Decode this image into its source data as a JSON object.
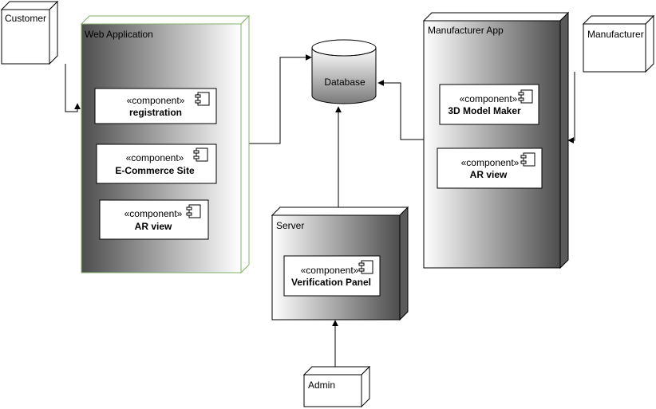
{
  "diagram": {
    "nodes": {
      "customer": {
        "label": "Customer"
      },
      "web_app": {
        "label": "Web Application",
        "components": [
          {
            "stereotype": "«component»",
            "name": "registration"
          },
          {
            "stereotype": "«component»",
            "name": "E-Commerce Site"
          },
          {
            "stereotype": "«component»",
            "name": "AR view"
          }
        ]
      },
      "database": {
        "label": "Database"
      },
      "manufacturer_app": {
        "label": "Manufacturer App",
        "components": [
          {
            "stereotype": "«component»",
            "name": "3D Model Maker"
          },
          {
            "stereotype": "«component»",
            "name": "AR view"
          }
        ]
      },
      "manufacturer": {
        "label": "Manufacturer"
      },
      "server": {
        "label": "Server",
        "components": [
          {
            "stereotype": "«component»",
            "name": "Verification Panel"
          }
        ]
      },
      "admin": {
        "label": "Admin"
      }
    },
    "colors": {
      "stroke": "#000000",
      "web_app_border": "#82b366",
      "gradient_light": "#ffffff",
      "gradient_dark": "#4d4d4d",
      "component_fill": "#ffffff"
    }
  }
}
